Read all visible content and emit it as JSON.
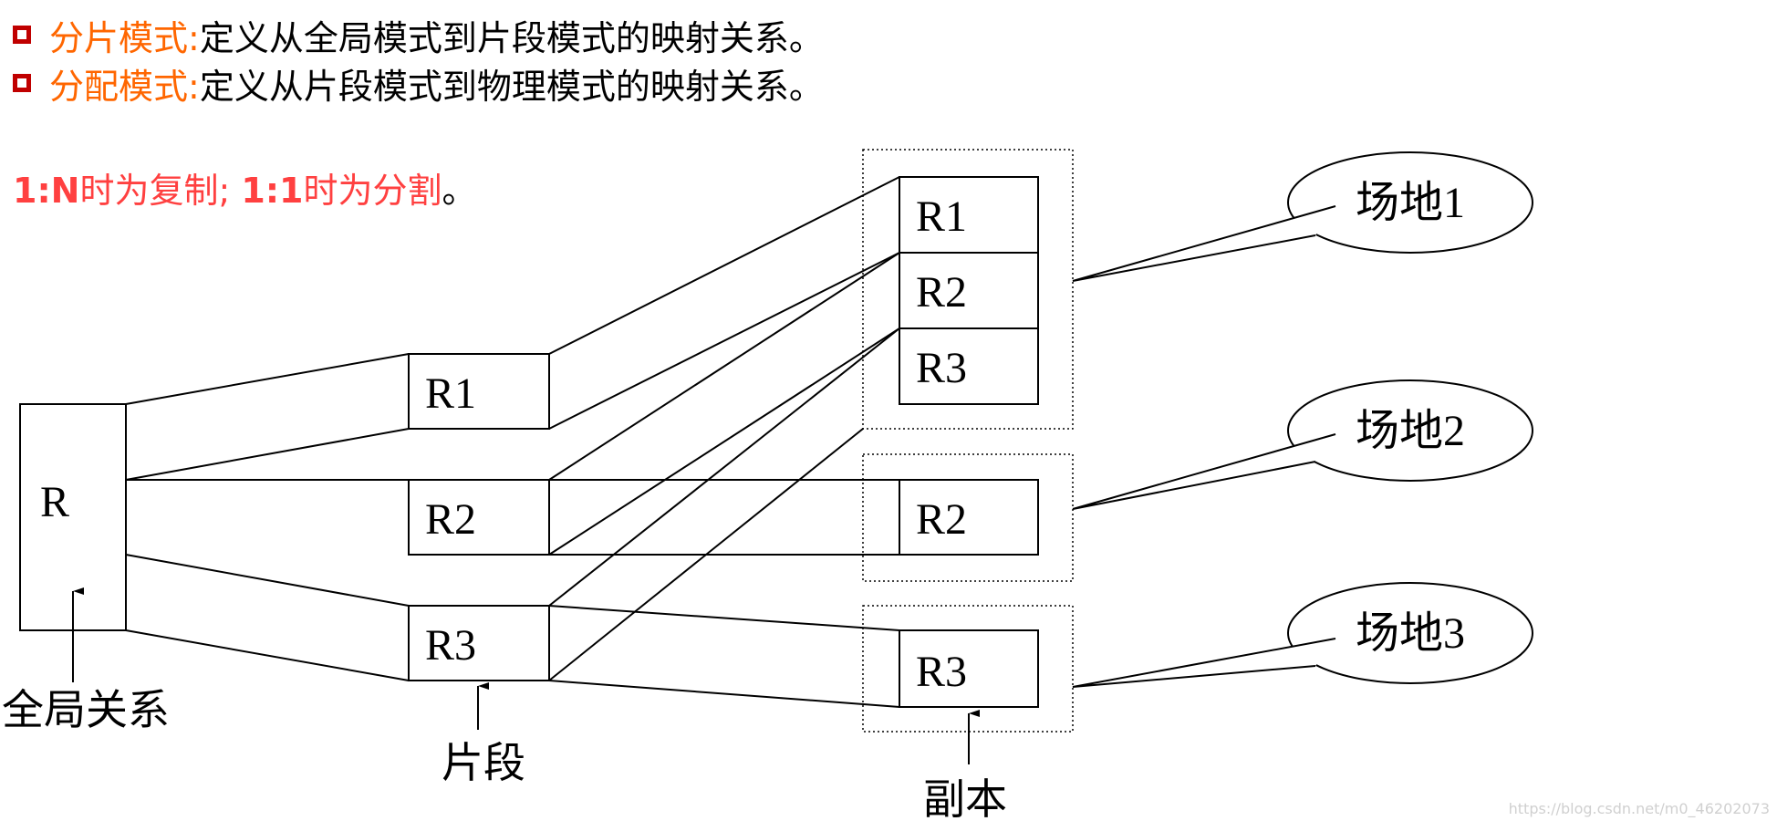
{
  "header": {
    "line1": {
      "term": "分片模式:",
      "desc": "定义从全局模式到片段模式的映射关系。"
    },
    "line2": {
      "term": "分配模式:",
      "desc": "定义从片段模式到物理模式的映射关系。"
    }
  },
  "note": {
    "ratio1": "1:N",
    "text1": "时为复制",
    "sep": ";",
    "ratio2": "1:1",
    "text2": "时为分割",
    "end": "。"
  },
  "diagram": {
    "global_relation": {
      "label": "R",
      "caption": "全局关系"
    },
    "fragments": {
      "r1": "R1",
      "r2": "R2",
      "r3": "R3",
      "caption": "片段"
    },
    "site1": {
      "cells": [
        "R1",
        "R2",
        "R3"
      ],
      "callout": "场地1"
    },
    "site2": {
      "cells": [
        "R2"
      ],
      "callout": "场地2"
    },
    "site3": {
      "cells": [
        "R3"
      ],
      "callout": "场地3"
    },
    "replica_caption": "副本"
  },
  "watermark": "https://blog.csdn.net/m0_46202073",
  "colors": {
    "bullet": "#c00000",
    "term": "#ff6600",
    "note": "#ff4040",
    "line": "#000000"
  }
}
